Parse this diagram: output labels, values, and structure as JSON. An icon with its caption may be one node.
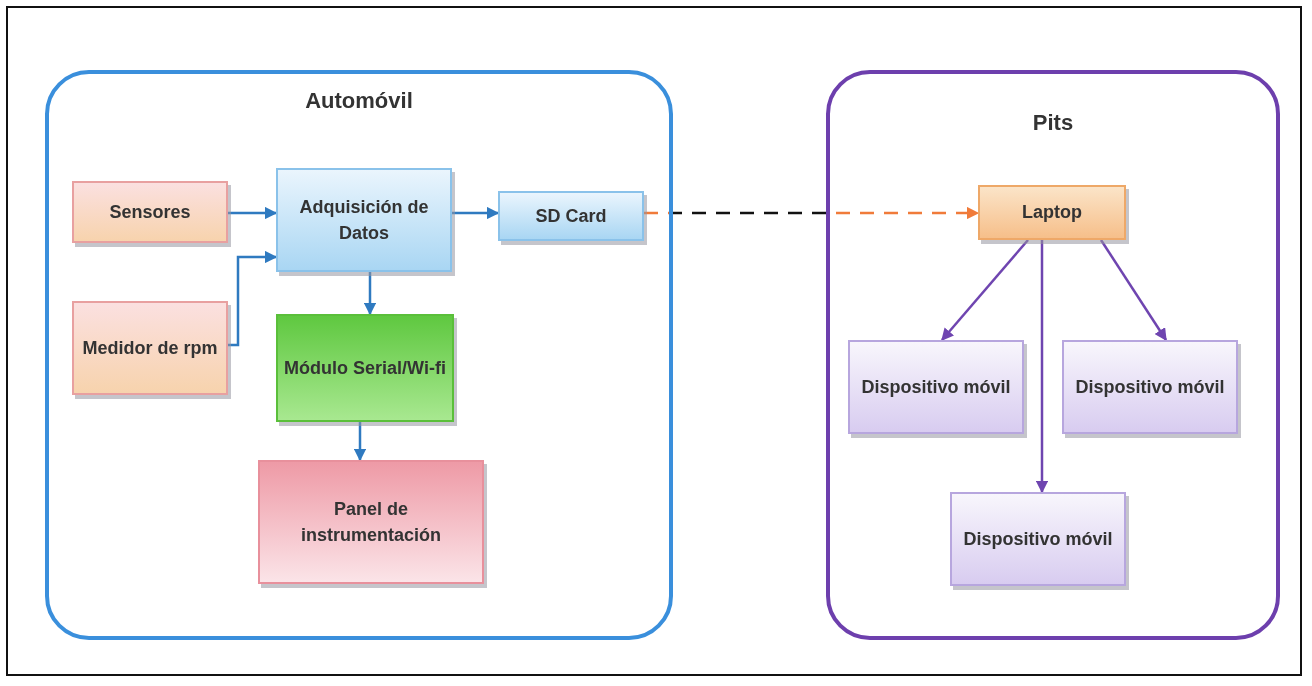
{
  "diagram": {
    "nodes": [
      {
        "text": [
          "Automóvil"
        ]
      },
      {
        "text": [
          "Sensores"
        ],
        "in": 0
      },
      {
        "text": [
          "Adquisición de Datos"
        ],
        "in": 0
      },
      {
        "text": [
          "SD Card"
        ],
        "in": 0
      },
      {
        "text": [
          "Medidor de rpm"
        ],
        "in": 0
      },
      {
        "text": [
          "Módulo Serial/Wi-fi"
        ],
        "in": 0
      },
      {
        "text": [
          "Panel de instrumentación"
        ],
        "in": 0
      },
      {
        "text": [
          "Pits"
        ]
      },
      {
        "text": [
          "Laptop"
        ],
        "in": 7
      },
      {
        "text": [
          "Dispositivo móvil"
        ],
        "in": 7
      },
      {
        "text": [
          "Dispositivo móvil"
        ],
        "in": 7
      },
      {
        "text": [
          "Dispositivo móvil"
        ],
        "in": 7
      }
    ],
    "edges": [
      {
        "from": 1,
        "to": 2,
        "arrow": "to"
      },
      {
        "from": 4,
        "to": 2,
        "arrow": "to"
      },
      {
        "from": 2,
        "to": 3,
        "arrow": "to"
      },
      {
        "from": 2,
        "to": 5,
        "arrow": "to"
      },
      {
        "from": 5,
        "to": 6,
        "arrow": "to"
      },
      {
        "from": 3,
        "to": 8,
        "arrow": "to",
        "style": "dashed",
        "color": "#f07b3a"
      },
      {
        "from": 8,
        "to": 9,
        "arrow": "to",
        "color": "#6f45b0"
      },
      {
        "from": 8,
        "to": 11,
        "arrow": "to",
        "color": "#6f45b0"
      },
      {
        "from": 8,
        "to": 10,
        "arrow": "to",
        "color": "#6f45b0"
      }
    ]
  }
}
